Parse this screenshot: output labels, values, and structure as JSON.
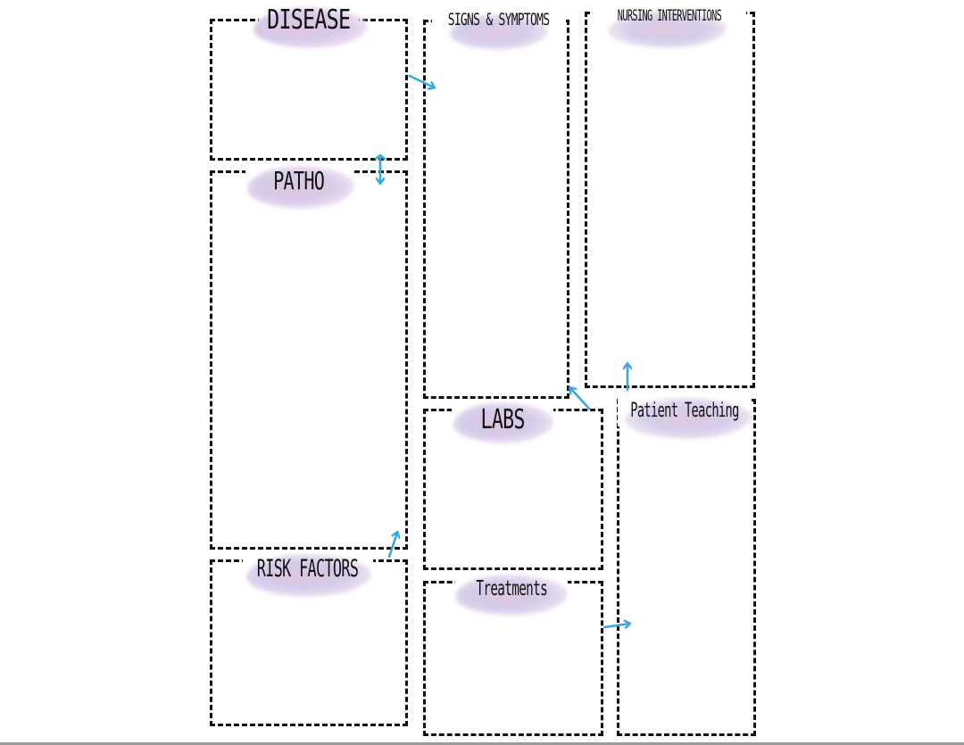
{
  "sections": {
    "disease": "DISEASE",
    "signs_symptoms": "SIGNS & SYMPTOMS",
    "nursing_interventions": "NURSING INTERVENTIONS",
    "patho": "PATHO",
    "labs": "LABS",
    "patient_teaching": "Patient Teaching",
    "risk_factors": "RISK FACTORS",
    "treatments": "Treatments"
  },
  "colors": {
    "border": "#111111",
    "arrow": "#3aa8e0",
    "blob_primary": "#d9b3d6",
    "blob_secondary": "#b9c3e6"
  }
}
